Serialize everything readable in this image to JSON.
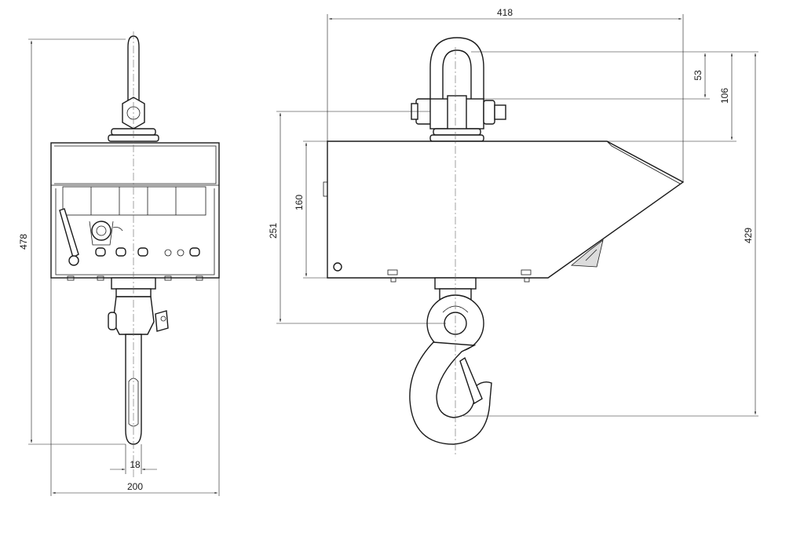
{
  "dimensions": {
    "front_height": "478",
    "front_hook_width": "18",
    "front_width": "200",
    "side_length": "418",
    "shackle_height": "53",
    "shackle_to_body": "106",
    "body_height": "160",
    "body_to_hook_eye": "251",
    "total_to_hook": "429"
  },
  "colors": {
    "line": "#1a1a1a",
    "background": "#ffffff"
  }
}
